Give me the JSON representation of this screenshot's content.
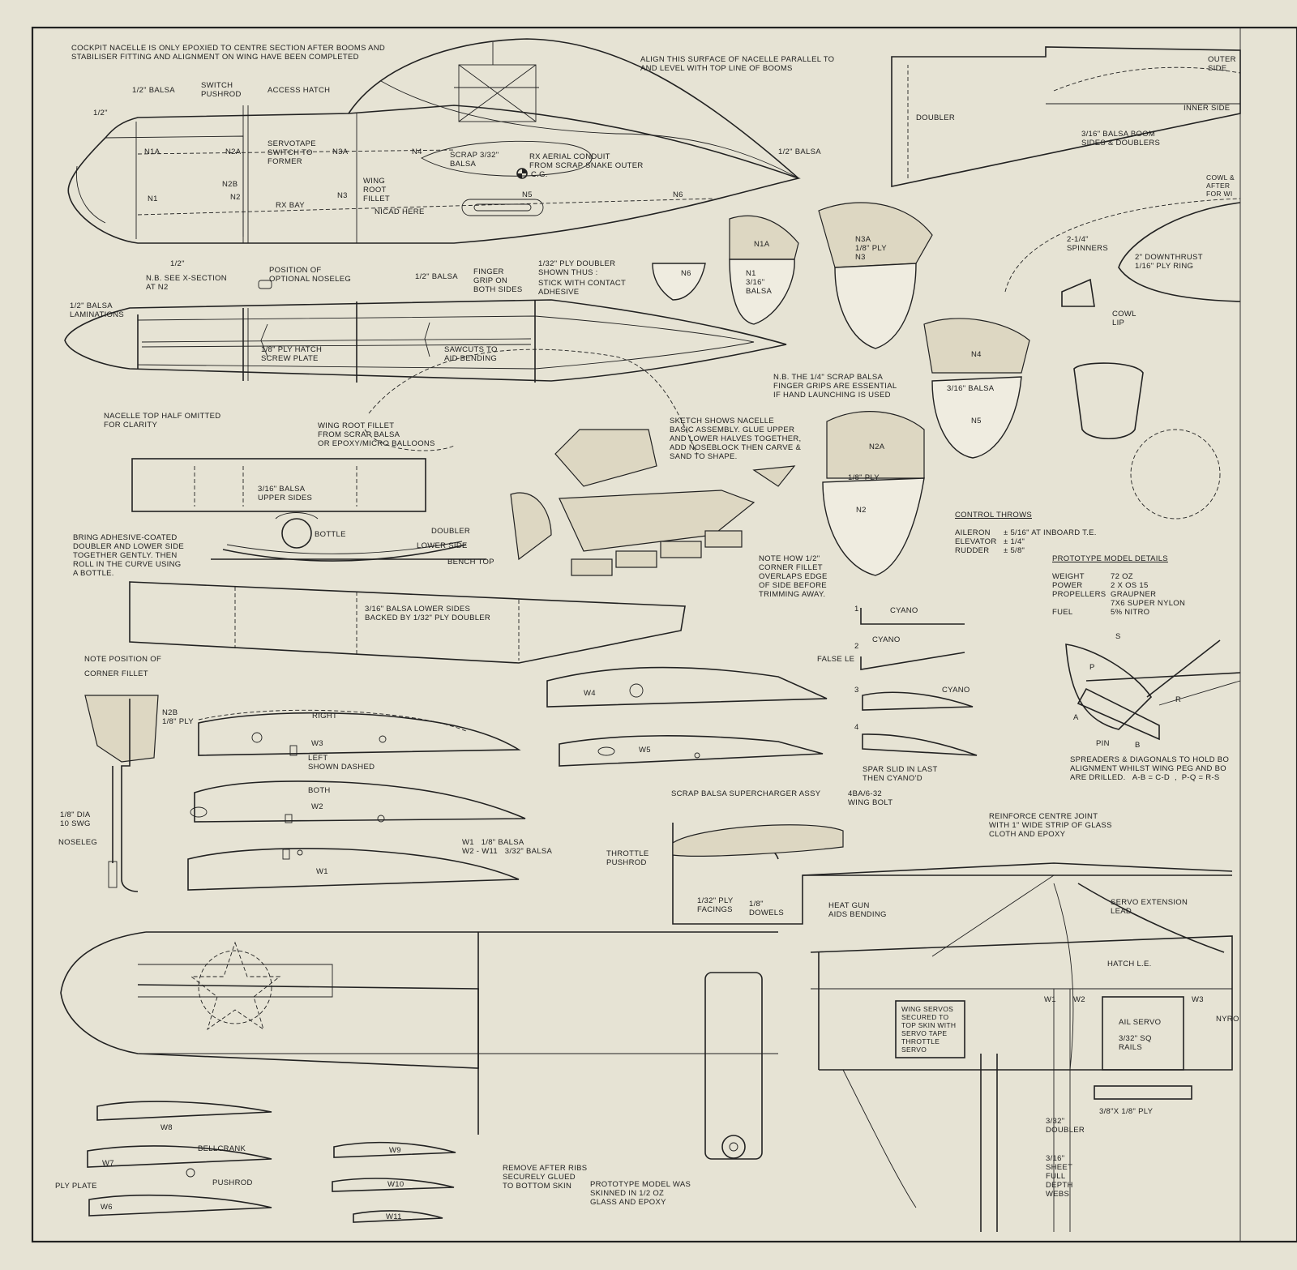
{
  "colors": {
    "paper": "#e6e3d4",
    "ink": "#1e1e1e"
  },
  "notes": {
    "cockpit": "COCKPIT NACELLE IS ONLY EPOXIED TO CENTRE SECTION AFTER BOOMS AND\nSTABILISER FITTING AND ALIGNMENT ON WING HAVE BEEN COMPLETED",
    "align": "ALIGN THIS SURFACE OF NACELLE PARALLEL TO\nAND LEVEL WITH TOP LINE OF BOOMS",
    "half_balsa_1": "1/2\" BALSA",
    "switch": "SWITCH\nPUSHROD",
    "access": "ACCESS HATCH",
    "half_tri_1": "1/2\"",
    "n1a": "N1A",
    "n2a": "N2A",
    "n3a": "N3A",
    "n4": "N4",
    "n1": "N1",
    "n2": "N2",
    "n2b": "N2B",
    "n3": "N3",
    "n5": "N5",
    "n6": "N6",
    "servotape": "SERVOTAPE\nSWITCH TO\nFORMER",
    "scrap": "SCRAP 3/32\"\nBALSA",
    "rx_aerial": "RX AERIAL CONDUIT\nFROM SCRAP SNAKE OUTER",
    "cg": "C.G.",
    "half_balsa_2": "1/2\" BALSA",
    "wing_root": "WING\nROOT\nFILLET",
    "rx_bay": "RX BAY",
    "nicad": "NICAD HERE",
    "half_tri_2": "1/2\"",
    "nb_xsec": "N.B. SEE X-SECTION\nAT N2",
    "pos_noseleg": "POSITION OF\nOPTIONAL NOSELEG",
    "half_balsa_3": "1/2\" BALSA",
    "finger": "FINGER\nGRIP ON\nBOTH SIDES",
    "ply_doubler": "1/32\" PLY DOUBLER\nSHOWN THUS :",
    "stick": "STICK WITH CONTACT\nADHESIVE",
    "laminations": "1/2\" BALSA\nLAMINATIONS",
    "ply_hatch": "1/8\" PLY HATCH\nSCREW PLATE",
    "sawcuts": "SAWCUTS TO\nAID BENDING",
    "top_half": "NACELLE TOP HALF OMITTED\nFOR CLARITY",
    "wing_root_fillet": "WING ROOT FILLET\nFROM SCRAP BALSA\nOR EPOXY/MICRO BALLOONS",
    "upper_sides": "3/16\" BALSA\nUPPER SIDES",
    "bring": "BRING ADHESIVE-COATED\nDOUBLER AND LOWER SIDE\nTOGETHER GENTLY. THEN\nROLL IN THE CURVE USING\nA BOTTLE.",
    "bottle": "BOTTLE",
    "doubler_l": "DOUBLER",
    "lower_side": "LOWER SIDE",
    "bench": "BENCH TOP",
    "lower_sides": "3/16\" BALSA LOWER SIDES\nBACKED BY 1/32\" PLY DOUBLER",
    "note_pos": "NOTE POSITION OF",
    "corner_fillet": "CORNER FILLET",
    "n2b_ply": "N2B\n1/8\" PLY",
    "dia": "1/8\" DIA\n10 SWG",
    "noseleg": "NOSELEG",
    "sketch": "SKETCH SHOWS NACELLE\nBASIC ASSEMBLY. GLUE UPPER\nAND LOWER HALVES TOGETHER,\nADD NOSEBLOCK THEN CARVE &\nSAND TO SHAPE.",
    "n1_balsa": "N1\n3/16\"\nBALSA",
    "n3_ply": "N3A\n1/8\" PLY\nN3",
    "nb_finger": "N.B. THE 1/4\" SCRAP BALSA\nFINGER GRIPS ARE ESSENTIAL\nIF HAND LAUNCHING IS USED",
    "n4_balsa": "3/16\" BALSA",
    "n2_ply": "1/8\" PLY",
    "note_corner": "NOTE HOW 1/2\"\nCORNER FILLET\nOVERLAPS EDGE\nOF SIDE BEFORE\nTRIMMING AWAY.",
    "doubler_top": "DOUBLER",
    "boom_sides": "3/16\" BALSA BOOM\nSIDES & DOUBLERS",
    "outer_side": "OUTER\nSIDE",
    "inner_side": "INNER SIDE",
    "cowl_after": "COWL &\nAFTER\nFOR WI",
    "spinners": "2-1/4\"\nSPINNERS",
    "downthrust": "2\" DOWNTHRUST\n1/16\" PLY RING",
    "cowl_lip": "COWL\nLIP",
    "control_title": "CONTROL THROWS",
    "throws": [
      {
        "name": "AILERON",
        "value": "± 5/16\" AT INBOARD T.E."
      },
      {
        "name": "ELEVATOR",
        "value": "± 1/4\""
      },
      {
        "name": "RUDDER",
        "value": "± 5/8\""
      }
    ],
    "proto_title": "PROTOTYPE MODEL DETAILS",
    "proto": [
      {
        "name": "WEIGHT",
        "value": "72 OZ"
      },
      {
        "name": "POWER",
        "value": "2 x OS 15"
      },
      {
        "name": "PROPELLERS",
        "value": "GRAUPNER\n7x6 SUPER NYLON"
      },
      {
        "name": "FUEL",
        "value": "5% NITRO"
      }
    ],
    "cyano_1": "CYANO",
    "cyano_2": "CYANO",
    "cyano_3": "CYANO",
    "false_le": "FALSE LE",
    "spar": "SPAR SLID IN LAST\nTHEN CYANO'D",
    "step1": "1",
    "step2": "2",
    "step3": "3",
    "step4": "4",
    "w4": "W4",
    "w5": "W5",
    "w3": "W3",
    "w2": "W2",
    "w1": "W1",
    "right": "RIGHT",
    "left": "LEFT\nSHOWN DASHED",
    "both": "BOTH",
    "rib_mat": "W1   1/8\" BALSA\nW2 - W11   3/32\" BALSA",
    "pin": "PIN",
    "spreaders": "SPREADERS & DIAGONALS TO HOLD BO\nALIGNMENT WHILST WING PEG AND BO\nARE DRILLED.   A-B = C-D  ,  P-Q = R-S",
    "ptA": "A",
    "ptB": "B",
    "ptP": "P",
    "ptR": "R",
    "ptS": "S",
    "supercharger": "SCRAP BALSA SUPERCHARGER ASSY",
    "wing_bolt": "4BA/6-32\nWING BOLT",
    "throttle_push": "THROTTLE\nPUSHROD",
    "facings": "1/32\" PLY\nFACINGS",
    "dowels": "1/8\"\nDOWELS",
    "heat_gun": "HEAT GUN\nAIDS BENDING",
    "reinforce": "REINFORCE CENTRE JOINT\nWITH 1\" WIDE STRIP OF GLASS\nCLOTH AND EPOXY",
    "servo_ext": "SERVO EXTENSION\nLEAD",
    "hatch_le": "HATCH L.E.",
    "wing_servos": "WING SERVOS\nSECURED TO\nTOP SKIN WITH\nSERVO TAPE\nTHROTTLE\nSERVO",
    "ail_servo": "AIL SERVO",
    "rails": "3/32\" SQ\nRAILS",
    "w1b": "W1",
    "w2b": "W2",
    "w3b": "W3",
    "nyrod": "NYRO",
    "ply38": "3/8\"x 1/8\" PLY",
    "doubler_332": "3/32\"\nDOUBLER",
    "webs": "3/16\"\nSHEET\nFULL\nDEPTH\nWEBS",
    "w8": "W8",
    "w7": "W7",
    "w6": "W6",
    "w9": "W9",
    "w10": "W10",
    "w11": "W11",
    "bellcrank": "BELLCRANK",
    "ply_plate": "PLY PLATE",
    "pushrod": "PUSHROD",
    "remove": "REMOVE AFTER RIBS\nSECURELY GLUED\nTO BOTTOM SKIN",
    "proto_skin": "PROTOTYPE MODEL WAS\nSKINNED IN 1/2 OZ\nGLASS AND EPOXY"
  }
}
